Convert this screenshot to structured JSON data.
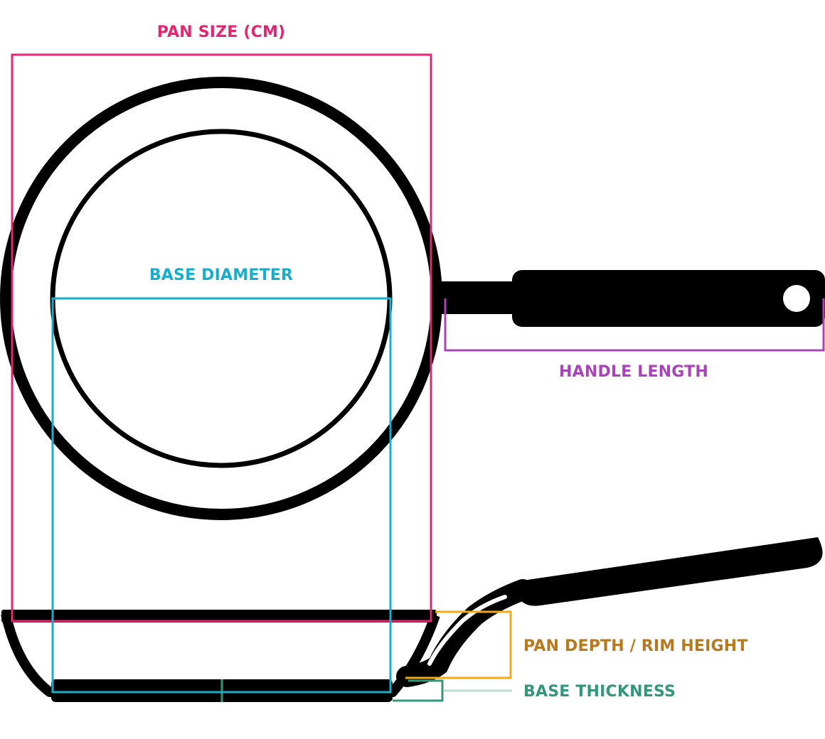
{
  "labels": {
    "pan_size": "PAN SIZE (CM)",
    "base_diameter": "BASE DIAMETER",
    "handle_length": "HANDLE LENGTH",
    "pan_depth": "PAN DEPTH / RIM HEIGHT",
    "base_thickness": "BASE THICKNESS"
  },
  "colors": {
    "pan_size": "#e32671",
    "base_diameter": "#18aecb",
    "handle_length": "#a944b8",
    "pan_depth": "#f2aa1b",
    "pan_depth_text": "#b7791e",
    "base_thickness": "#35977a",
    "base_thickness_leader": "#c2ddd5",
    "pan": "#000000"
  }
}
